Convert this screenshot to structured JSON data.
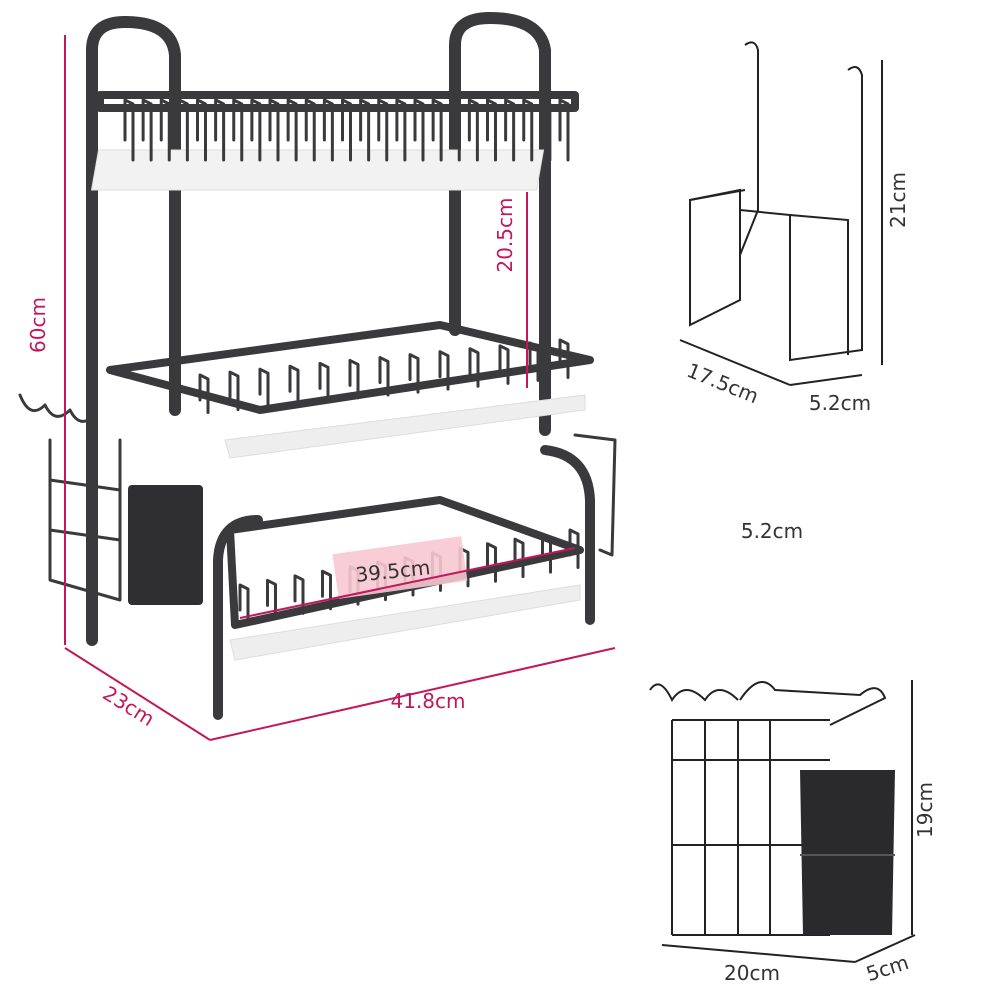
{
  "rack": {
    "height_label": "60cm",
    "tier_gap_label": "20.5cm",
    "inner_width_label": "39.5cm",
    "depth_label": "23cm",
    "width_label": "41.8cm"
  },
  "hook": {
    "height_label": "21cm",
    "length_label": "17.5cm",
    "width_label": "5.2cm",
    "extra_label": "5.2cm"
  },
  "caddy": {
    "height_label": "19cm",
    "width_label": "20cm",
    "depth_label": "5cm"
  },
  "colors": {
    "dimension": "#c2185b",
    "metal": "#3a3a3c",
    "highlight": "#f8c8d0"
  }
}
